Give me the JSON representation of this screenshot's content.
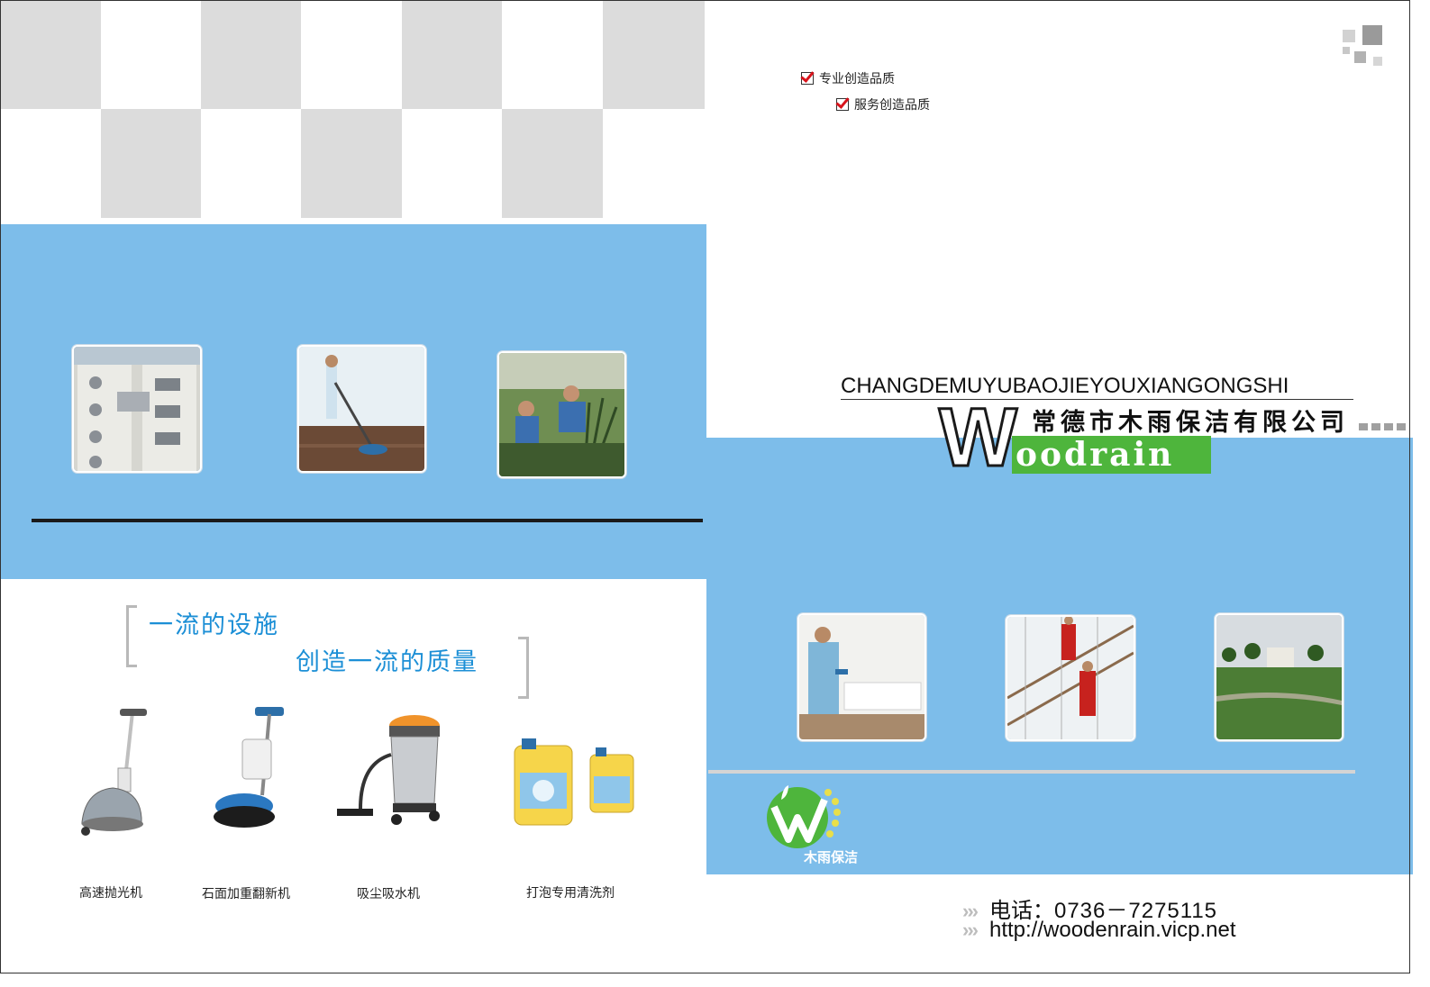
{
  "left_page": {
    "slogan_line1": "一流的设施",
    "slogan_line2": "创造一流的质量",
    "products": [
      {
        "icon": "floor-polisher",
        "label": "高速抛光机"
      },
      {
        "icon": "stone-renovation-machine",
        "label": "石面加重翻新机"
      },
      {
        "icon": "wet-dry-vacuum",
        "label": "吸尘吸水机"
      },
      {
        "icon": "detergent-bottles",
        "label": "打泡专用清洗剂"
      }
    ]
  },
  "right_page": {
    "taglines": [
      "专业创造品质",
      "服务创造品质"
    ],
    "company_pinyin": "CHANGDEMUYUBAOJIEYOUXIANGONGSHI",
    "company_name_cn": "常德市木雨保洁有限公司",
    "brand_wordmark": "oodrain",
    "brand_initial": "W",
    "logo_text": "木雨保洁",
    "phone_label": "电话：",
    "phone": "0736－7275115",
    "website": "http://woodenrain.vicp.net",
    "arrow_glyph": "›››"
  },
  "colors": {
    "blue_panel": "#7dbdea",
    "gray_square": "#dcdcdc",
    "brand_green": "#4eb53c",
    "slogan_blue": "#1c8fd6"
  }
}
